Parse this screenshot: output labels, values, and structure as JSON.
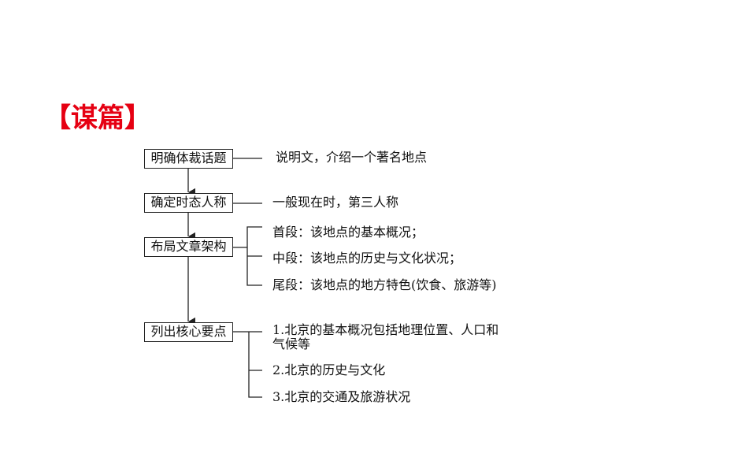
{
  "title": "【谋篇】",
  "steps": [
    {
      "label": "明确体裁话题",
      "items": [
        "说明文，介绍一个著名地点"
      ]
    },
    {
      "label": "确定时态人称",
      "items": [
        "一般现在时，第三人称"
      ]
    },
    {
      "label": "布局文章架构",
      "items": [
        "首段：该地点的基本概况；",
        "中段：该地点的历史与文化状况；",
        "尾段：该地点的地方特色(饮食、旅游等)"
      ]
    },
    {
      "label": "列出核心要点",
      "items": [
        "1.北京的基本概况包括地理位置、人口和",
        "气候等",
        "2.北京的历史与文化",
        "3.北京的交通及旅游状况"
      ]
    }
  ]
}
